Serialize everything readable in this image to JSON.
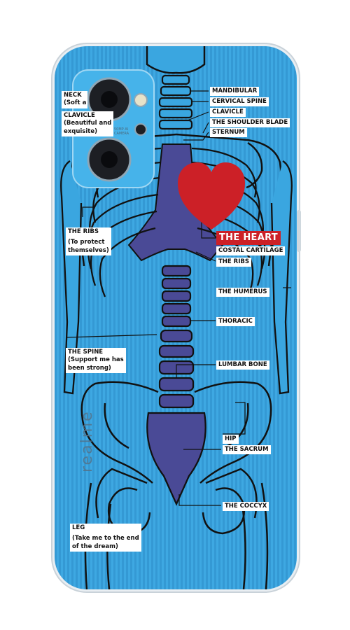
{
  "colors": {
    "case_blue": "#3aa6e0",
    "skeleton_outline": "#111111",
    "skeleton_fill": "#4a4a96",
    "heart_red": "#cc2027"
  },
  "brand_text": "realme",
  "camera_text": "50MP AI CAMERA",
  "labels": {
    "neck": {
      "title": "NECK",
      "sub": "(Soft a"
    },
    "clavicle_left": {
      "title": "CLAVICLE",
      "sub1": "(Beautiful and",
      "sub2": "exquisite)"
    },
    "mandibular": "MANDIBULAR",
    "cervical_spine": "CERVICAL SPINE",
    "clavicle": "CLAVICLE",
    "shoulder_blade": "THE SHOULDER BLADE",
    "sternum": "STERNUM",
    "the_heart": "THE HEART",
    "costal_cartilage": "COSTAL CARTILAGE",
    "the_ribs_right": "THE RIBS",
    "the_humerus": "THE HUMERUS",
    "thoracic": "THORACIC",
    "lumbar_bone": "LUMBAR BONE",
    "hip": "HIP",
    "the_sacrum": "THE SACRUM",
    "the_coccyx": "THE COCCYX",
    "the_ribs_left": {
      "title": "THE RIBS",
      "sub1": "(To protect",
      "sub2": "themselves)"
    },
    "the_spine": {
      "title": "THE SPINE",
      "sub1": "(Support me has",
      "sub2": "been strong)"
    },
    "leg": {
      "title": "LEG",
      "sub1": "(Take me to the end",
      "sub2": "of the dream)"
    }
  }
}
